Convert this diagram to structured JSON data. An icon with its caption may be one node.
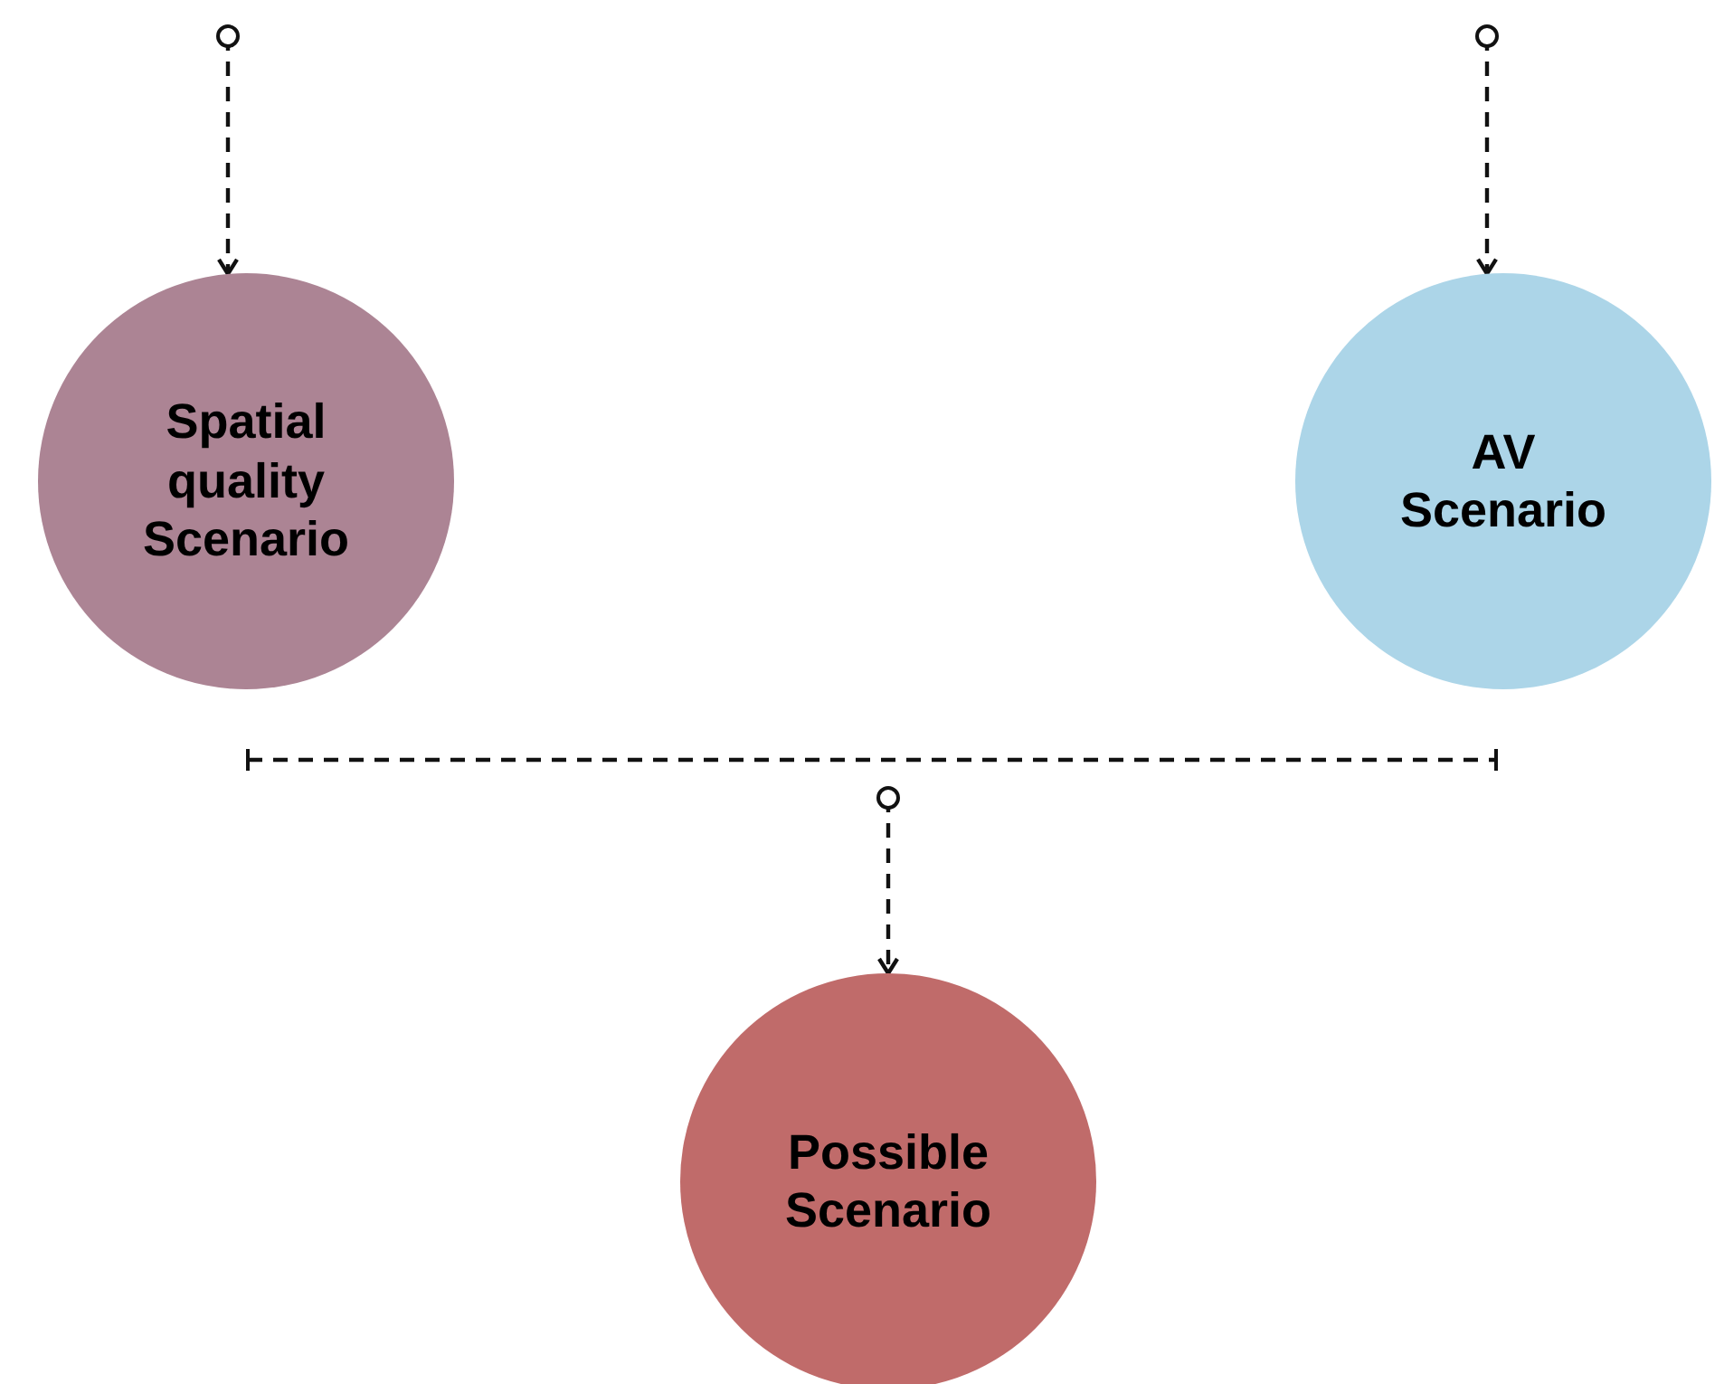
{
  "diagram": {
    "nodes": [
      {
        "text": [
          "Spatial quality Scenario"
        ]
      },
      {
        "text": [
          "AV Scenario"
        ]
      },
      {
        "text": [
          "Possible Scenario"
        ]
      }
    ],
    "edges": [
      {
        "from": null,
        "to": 0,
        "arrow": "to",
        "style": "dashed"
      },
      {
        "from": null,
        "to": 1,
        "arrow": "to",
        "style": "dashed"
      },
      {
        "from": null,
        "to": 2,
        "arrow": "to",
        "style": "dashed"
      }
    ]
  }
}
